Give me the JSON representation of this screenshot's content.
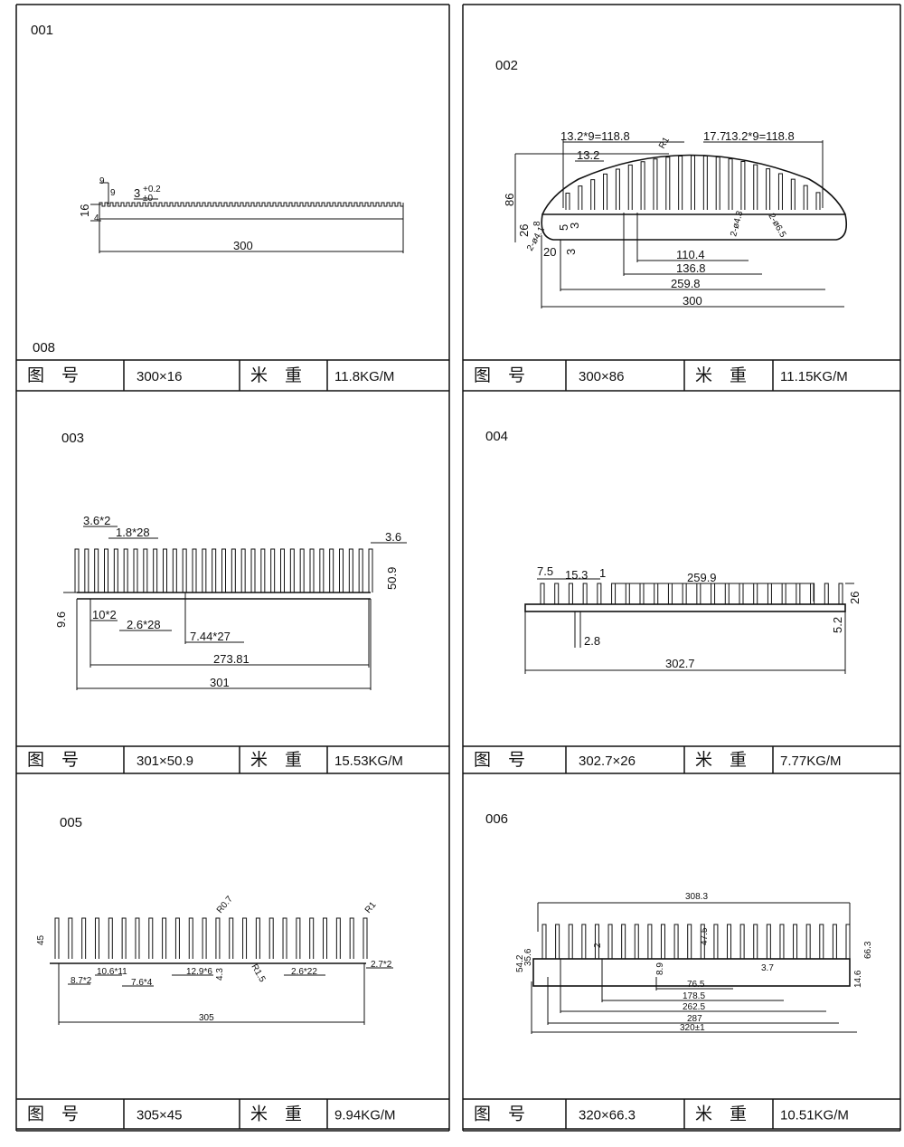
{
  "table_labels": {
    "drawing_no": "图　号",
    "weight_per_meter": "米　重"
  },
  "panels": [
    {
      "code": "001",
      "code2": "008",
      "size": "300×16",
      "weight": "11.8KG/M",
      "dims": {
        "width": "300",
        "height": "16",
        "d9a": "9",
        "d9b": "9",
        "d4": "4",
        "tooth": "3",
        "tol_up": "+0.2",
        "tol_low": "±0"
      }
    },
    {
      "code": "002",
      "size": "300×86",
      "weight": "11.15KG/M",
      "dims": {
        "pitch_left": "13.2*9=118.8",
        "center": "17.7",
        "pitch_right": "13.2*9=118.8",
        "r": "R1",
        "fin": "13.2",
        "height": "86",
        "h26": "26",
        "h8": "8",
        "d5": "5",
        "d3a": "3",
        "d3b": "3",
        "d20": "20",
        "hole_l": "2-ø4.1",
        "hole_r1": "2-ø4.3",
        "hole_r2": "2-ø6.5",
        "w110": "110.4",
        "w136": "136.8",
        "w259": "259.8",
        "width": "300"
      }
    },
    {
      "code": "003",
      "size": "301×50.9",
      "weight": "15.53KG/M",
      "dims": {
        "a": "3.6*2",
        "b": "1.8*28",
        "c": "3.6",
        "height": "50.9",
        "base": "9.6",
        "d": "10*2",
        "e": "2.6*28",
        "f": "7.44*27",
        "inner": "273.81",
        "width": "301"
      }
    },
    {
      "code": "004",
      "size": "302.7×26",
      "weight": "7.77KG/M",
      "dims": {
        "a": "7.5",
        "b": "15.3",
        "c": "1",
        "span": "259.9",
        "height": "26",
        "base": "5.2",
        "d": "2.8",
        "width": "302.7"
      }
    },
    {
      "code": "005",
      "size": "305×45",
      "weight": "9.94KG/M",
      "dims": {
        "height": "45",
        "r07": "R0.7",
        "r1": "R1",
        "r15": "R1.5",
        "a": "8.7*2",
        "b": "10.6*11",
        "c": "7.6*4",
        "d": "12.9*6",
        "e": "4.3",
        "f": "2.6*22",
        "g": "2.7*2",
        "width": "305"
      }
    },
    {
      "code": "006",
      "size": "320×66.3",
      "weight": "10.51KG/M",
      "dims": {
        "top": "308.3",
        "h54": "54.2",
        "h35": "35.6",
        "h66": "66.3",
        "h14": "14.6",
        "d2": "2",
        "d47": "47.5",
        "d89": "8.9",
        "d37": "3.7",
        "w76": "76.5",
        "w178": "178.5",
        "w262": "262.5",
        "w287": "287",
        "width": "320±1"
      }
    }
  ]
}
